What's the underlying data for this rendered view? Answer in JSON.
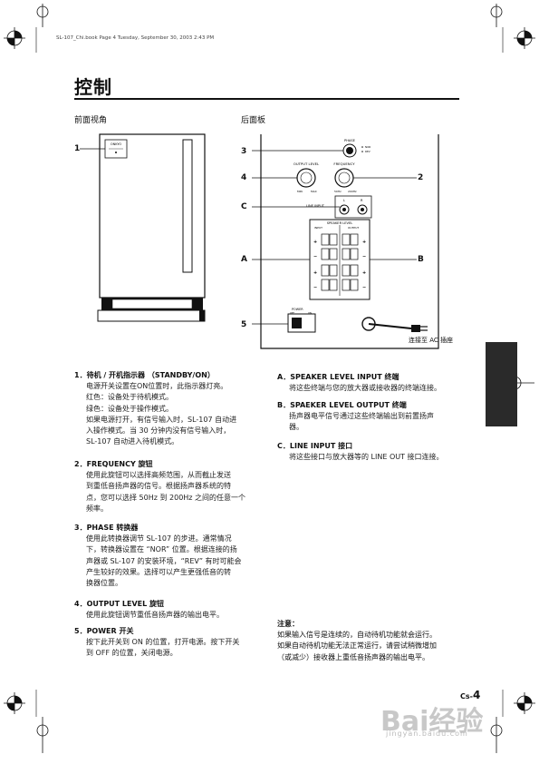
{
  "header": {
    "print_info": "SL-107_Chi.book  Page 4  Tuesday, September 30, 2003  2:43 PM"
  },
  "title": "控制",
  "front_view": {
    "label": "前面视角",
    "callout": "1",
    "logo": "ONKYO"
  },
  "rear_panel": {
    "label": "后面板",
    "callouts": {
      "n3": "3",
      "n4": "4",
      "n2": "2",
      "C": "C",
      "A": "A",
      "B": "B",
      "n5": "5"
    },
    "phase": "PHASE",
    "phase_opts": [
      "NOR",
      "REV"
    ],
    "output_level": "OUTPUT LEVEL",
    "frequency": "FREQUENCY",
    "min": "MIN",
    "max": "MAX",
    "f50": "50Hz",
    "f200": "200Hz",
    "line_input": "LINE INPUT",
    "L": "L",
    "R": "R",
    "speaker_level": "SPEAKER LEVEL",
    "input": "INPUT",
    "output": "OUTPUT",
    "power": "POWER",
    "off": "OFF",
    "on": "ON",
    "ac_label": "连接至 AC 插座"
  },
  "items_left": [
    {
      "head": "1．待机 / 开机指示器 （STANDBY/ON）",
      "body": [
        "电源开关设置在ON位置时，此指示器灯亮。",
        "红色：设备处于待机模式。",
        "绿色：设备处于操作模式。",
        "如果电源打开，有信号输入时，SL-107 自动进",
        "入操作模式。当 30 分钟内没有信号输入时，",
        "SL-107 自动进入待机模式。"
      ]
    },
    {
      "head": "2．FREQUENCY 旋钮",
      "body": [
        "使用此旋钮可以选择高频范围，从而截止发送",
        "到重低音扬声器的信号。根据扬声器系统的特",
        "点，您可以选择 50Hz 到 200Hz 之间的任意一个",
        "频率。"
      ]
    },
    {
      "head": "3．PHASE 转换器",
      "body": [
        "使用此转换器调节 SL-107 的步进。通常情况",
        "下，转换器设置在 “NOR” 位置。根据连接的扬",
        "声器或 SL-107 的安装环境，“REV” 有时可能会",
        "产生较好的效果。选择可以产生更强低音的转",
        "换器位置。"
      ]
    },
    {
      "head": "4．OUTPUT LEVEL 旋钮",
      "body": [
        "使用此旋钮调节重低音扬声器的输出电平。"
      ]
    },
    {
      "head": "5．POWER 开关",
      "body": [
        "按下此开关到 ON 的位置，打开电源。按下开关",
        "到 OFF 的位置，关闭电源。"
      ]
    }
  ],
  "items_right": [
    {
      "head": "A．SPEAKER LEVEL INPUT 终端",
      "body": [
        "将这些终端与您的放大器或接收器的终端连接。"
      ]
    },
    {
      "head": "B．SPAEKER LEVEL OUTPUT 终端",
      "body": [
        "扬声器电平信号通过这些终端输出到前置扬声",
        "器。"
      ]
    },
    {
      "head": "C．LINE INPUT 接口",
      "body": [
        "将这些接口与放大器等的 LINE OUT 接口连接。"
      ]
    }
  ],
  "note": {
    "head": "注意：",
    "body": [
      "如果输入信号是连续的，自动待机功能就会运行。",
      "如果自动待机功能无法正常运行，请尝试稍微增加",
      "（或减少）接收器上重低音扬声器的输出电平。"
    ]
  },
  "page_number": {
    "prefix": "Cs-",
    "num": "4"
  },
  "watermark": {
    "brand": "Bai经验",
    "url": "jingyan.baidu.com"
  }
}
